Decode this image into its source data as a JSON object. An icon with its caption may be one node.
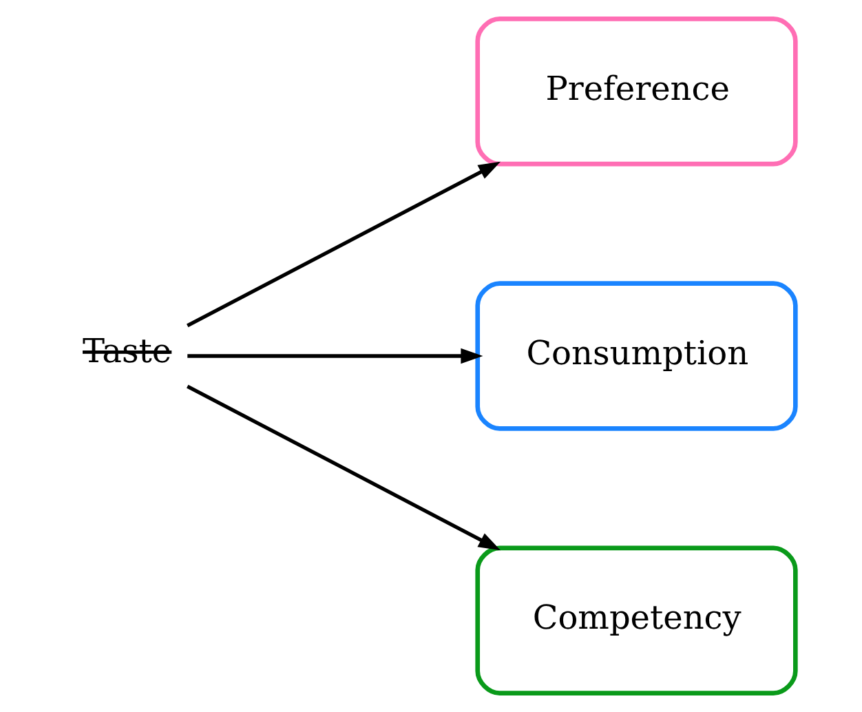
{
  "diagram": {
    "nodes": [
      {
        "text": [
          "Taste"
        ]
      },
      {
        "text": [
          "Preference"
        ]
      },
      {
        "text": [
          "Consumption"
        ]
      },
      {
        "text": [
          "Competency"
        ]
      }
    ],
    "edges": [
      {
        "from": 0,
        "to": 1,
        "arrow": "to"
      },
      {
        "from": 0,
        "to": 2,
        "arrow": "to"
      },
      {
        "from": 0,
        "to": 3,
        "arrow": "to"
      }
    ]
  }
}
